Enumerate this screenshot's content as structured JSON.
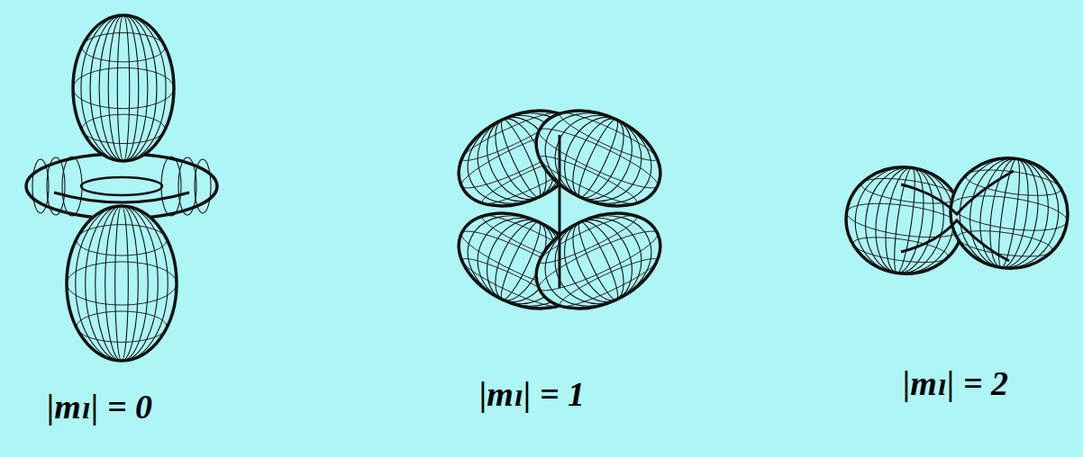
{
  "diagram": {
    "labels": [
      "|mₗ| = 0",
      "|mₗ| = 1",
      "|mₗ| = 2"
    ]
  }
}
